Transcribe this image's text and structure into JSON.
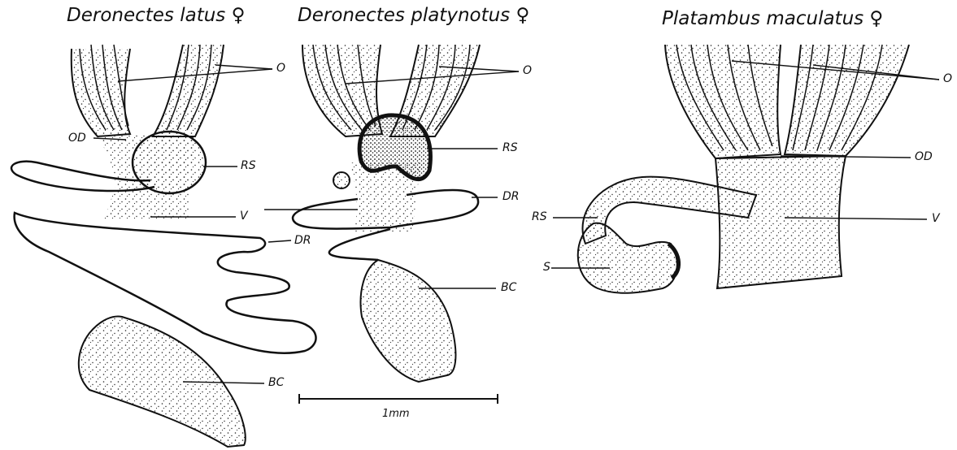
{
  "titles": {
    "latus": "Deronectes latus ♀",
    "platynotus": "Deronectes platynotus ♀",
    "maculatus": "Platambus maculatus ♀"
  },
  "labels": {
    "o": "O",
    "od": "OD",
    "rs": "RS",
    "v": "V",
    "dr": "DR",
    "bc": "BC",
    "s": "S"
  },
  "scale_bar": {
    "label": "1mm"
  }
}
